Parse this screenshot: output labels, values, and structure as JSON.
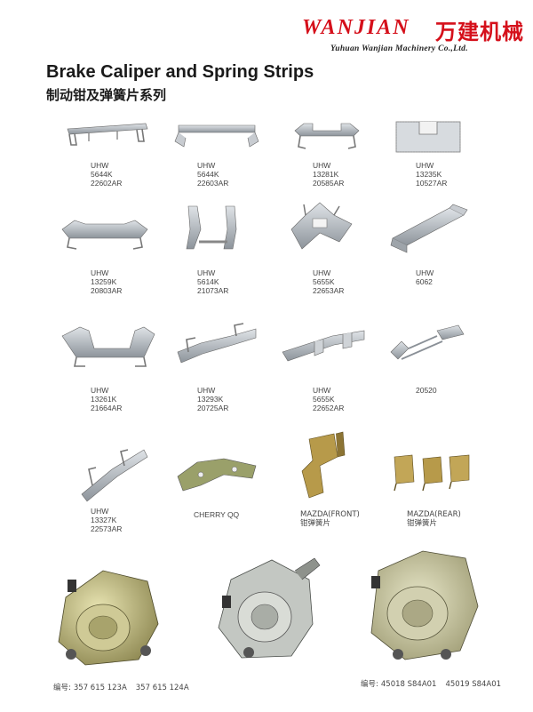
{
  "brand": {
    "name_en": "WANJIAN",
    "name_cn": "万建机械",
    "company": "Yuhuan Wanjian Machinery Co.,Ltd."
  },
  "title": {
    "en": "Brake Caliper and Spring Strips",
    "cn": "制动钳及弹簧片系列"
  },
  "items": [
    {
      "lines": [
        "UHW",
        "5644K",
        "22602AR"
      ]
    },
    {
      "lines": [
        "UHW",
        "5644K",
        "22603AR"
      ]
    },
    {
      "lines": [
        "UHW",
        "13281K",
        "20585AR"
      ]
    },
    {
      "lines": [
        "UHW",
        "13235K",
        "10527AR"
      ]
    },
    {
      "lines": [
        "UHW",
        "13259K",
        "20803AR"
      ]
    },
    {
      "lines": [
        "UHW",
        "5614K",
        "21073AR"
      ]
    },
    {
      "lines": [
        "UHW",
        "5655K",
        "22653AR"
      ]
    },
    {
      "lines": [
        "UHW",
        "6062"
      ]
    },
    {
      "lines": [
        "UHW",
        "13261K",
        "21664AR"
      ]
    },
    {
      "lines": [
        "UHW",
        "13293K",
        "20725AR"
      ]
    },
    {
      "lines": [
        "UHW",
        "5655K",
        "22652AR"
      ]
    },
    {
      "lines": [
        "20520"
      ]
    },
    {
      "lines": [
        "UHW",
        "13327K",
        "22573AR"
      ]
    },
    {
      "lines": [
        "CHERRY QQ"
      ]
    },
    {
      "lines": [
        "MAZDA(FRONT)",
        "钳弹簧片"
      ]
    },
    {
      "lines": [
        "MAZDA(REAR)",
        "钳弹簧片"
      ]
    }
  ],
  "calipers": {
    "left_label": "编号:",
    "left_codes": [
      "357 615 123A",
      "357 615 124A"
    ],
    "right_label": "编号:",
    "right_codes": [
      "45018 S84A01",
      "45019 S84A01"
    ]
  },
  "colors": {
    "brand_red": "#d5101b",
    "metal": "#b9bec4",
    "metal_dark": "#6f767d",
    "gold": "#b79a4a",
    "caliper": "#c8c28c"
  }
}
